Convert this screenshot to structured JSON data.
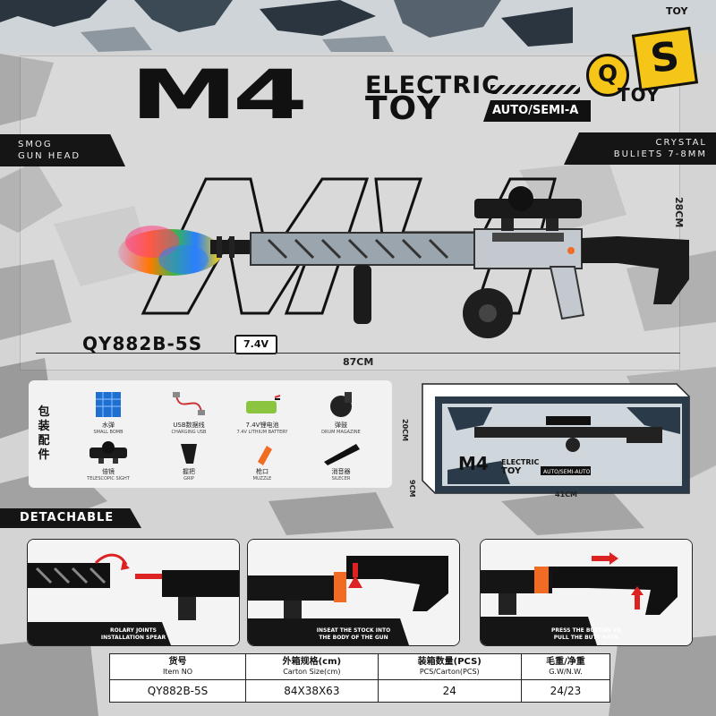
{
  "header": {
    "title_big": "M4",
    "title_electric": "ELECTRIC",
    "title_toy": "TOY",
    "mode_tag": "AUTO/SEMI-A"
  },
  "logo": {
    "letter_q": "Q",
    "letter_s": "S",
    "text": "TOY",
    "small_text": "TOY"
  },
  "tags": {
    "smog_line1": "SMOG",
    "smog_line2": "GUN HEAD",
    "crystal_line1": "CRYSTAL",
    "crystal_line2": "BULIETS 7-8MM"
  },
  "product": {
    "model": "QY882B-5S",
    "battery": "7.4V",
    "height_dim": "28CM",
    "length_dim": "87CM"
  },
  "accessories": {
    "label_chars": [
      "包",
      "装",
      "配",
      "件"
    ],
    "items": [
      {
        "cn": "水弹",
        "en": "SMALL BOMB",
        "icon": "water-beads-icon"
      },
      {
        "cn": "USB数据线",
        "en": "CHARGING USB",
        "icon": "usb-cable-icon"
      },
      {
        "cn": "7.4V锂电池",
        "en": "7.4V LITHIUM BATTERY",
        "icon": "battery-icon"
      },
      {
        "cn": "弹鼓",
        "en": "DRUM MAGAZINE",
        "icon": "drum-magazine-icon"
      },
      {
        "cn": "倍镜",
        "en": "TELESCOPIC SIGHT",
        "icon": "scope-icon"
      },
      {
        "cn": "握把",
        "en": "GRIP",
        "icon": "grip-icon"
      },
      {
        "cn": "枪口",
        "en": "MUZZLE",
        "icon": "muzzle-icon"
      },
      {
        "cn": "消音器",
        "en": "SILECER",
        "icon": "silencer-icon"
      }
    ]
  },
  "box": {
    "title_big": "M4",
    "title_electric": "ELECTRIC",
    "title_toy": "TOY",
    "mode_tag": "AUTO/SEMI-AUTO",
    "dim_height": "20CM",
    "dim_length": "41CM",
    "dim_depth": "9CM"
  },
  "detachable": {
    "label": "DETACHABLE",
    "steps": [
      {
        "caption_1": "ROLARY JOINTS",
        "caption_2": "INSTALLATION SPEAR"
      },
      {
        "caption_1": "INSEAT THE STOCK INTO",
        "caption_2": "THE BODY OF THE GUN"
      },
      {
        "caption_1": "PRESS THE BUTTON TO",
        "caption_2": "PULL THE BUTT BACK"
      }
    ]
  },
  "spec_table": {
    "headers": [
      {
        "cn": "货号",
        "en": "Item NO"
      },
      {
        "cn": "外箱规格(cm)",
        "en": "Carton Size(cm)"
      },
      {
        "cn": "装箱数量(PCS)",
        "en": "PCS/Carton(PCS)"
      },
      {
        "cn": "毛重/净重",
        "en": "G.W/N.W."
      }
    ],
    "values": [
      "QY882B-5S",
      "84X38X63",
      "24",
      "24/23"
    ]
  },
  "colors": {
    "accent_yellow": "#f5c518",
    "dark": "#151515",
    "camo_light": "#d6d6d6",
    "camo_dark": "#2a3540"
  }
}
